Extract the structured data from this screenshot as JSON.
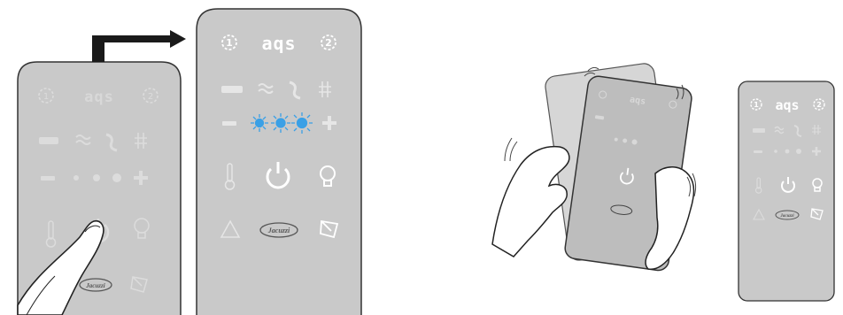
{
  "panels": {
    "brand": "Jacuzzi",
    "display_text": "aqs",
    "mode_1": "1",
    "mode_2": "2"
  },
  "colors": {
    "panel_fill": "#c9c9c9",
    "panel_outline": "#3a3a3a",
    "icon_lit": "#ffffff",
    "icon_dim": "#d9d9d9",
    "led_active": "#3aa0e6",
    "arrow": "#1a1a1a"
  },
  "icons": {
    "mode_1": "mode-1-icon",
    "display": "aqs-display-icon",
    "mode_2": "mode-2-icon",
    "jets": "jets-icon",
    "air": "air-icon",
    "hydro": "hydro-icon",
    "heat": "heat-icon",
    "minus": "minus-icon",
    "levels": "level-dots-icon",
    "plus": "plus-icon",
    "thermometer": "thermometer-icon",
    "power": "power-icon",
    "light": "light-bulb-icon",
    "warning": "warning-triangle-icon",
    "logo": "jacuzzi-logo",
    "filter": "filter-icon"
  }
}
